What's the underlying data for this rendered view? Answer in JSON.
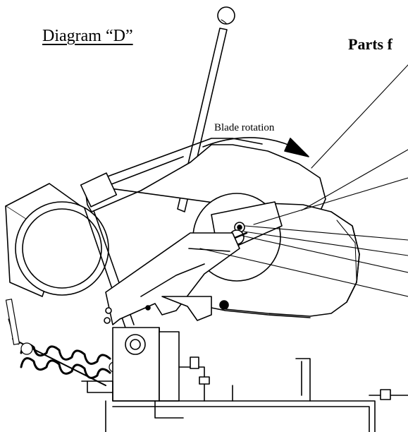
{
  "diagram": {
    "title": "Diagram “D”",
    "parts_heading": "Parts f",
    "rotation_label": "Blade rotation",
    "colors": {
      "ink": "#000000",
      "background": "#ffffff"
    }
  }
}
